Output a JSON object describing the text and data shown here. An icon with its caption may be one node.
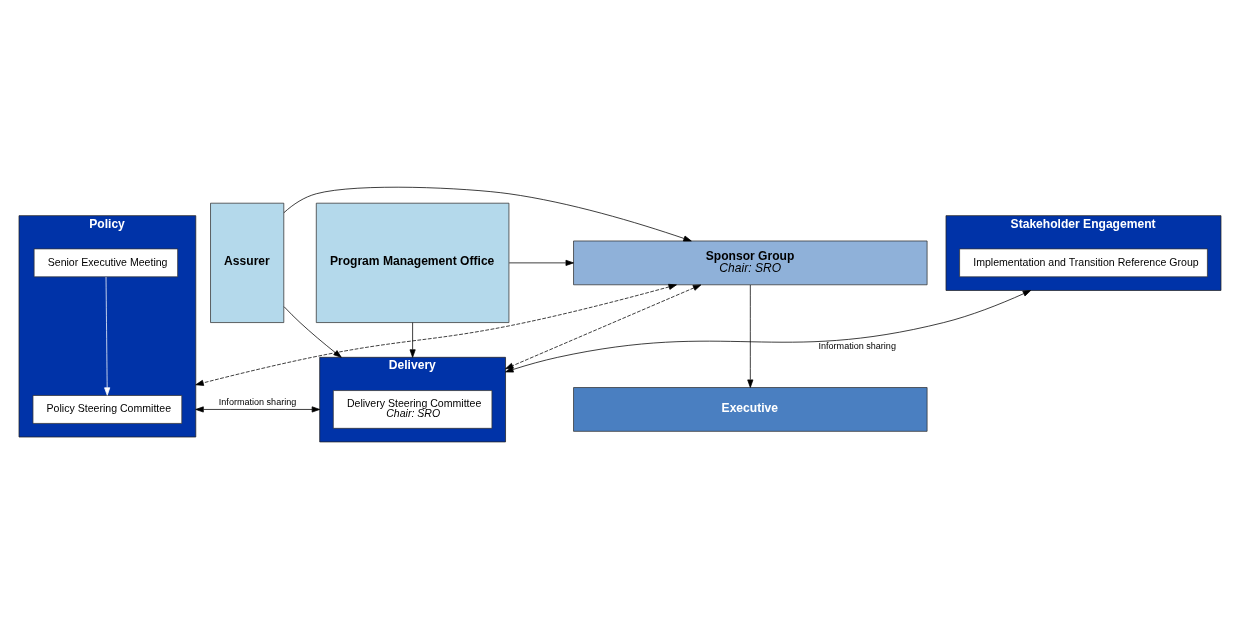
{
  "diagram": {
    "nodes": [
      {
        "text": [
          "Executive"
        ]
      },
      {
        "text": [
          "Program Management Office"
        ]
      },
      {
        "text": [
          "Sponsor Group",
          "Chair: SRO"
        ]
      },
      {
        "text": [
          "Assurer"
        ]
      },
      {
        "text": [
          "Policy"
        ]
      },
      {
        "text": [
          "Policy Steering Committee"
        ],
        "in": 4
      },
      {
        "text": [
          "Senior Executive Meeting"
        ],
        "in": 4
      },
      {
        "text": [
          "Delivery"
        ]
      },
      {
        "text": [
          "Delivery Steering Committee",
          "Chair: SRO"
        ],
        "in": 7
      },
      {
        "text": [
          "Stakeholder Engagement"
        ]
      },
      {
        "text": [
          "Implementation and Transition Reference Group"
        ],
        "in": 9
      }
    ],
    "edges": [
      {
        "from": 2,
        "to": 0,
        "arrow": "to"
      },
      {
        "from": 1,
        "to": 2,
        "arrow": "to"
      },
      {
        "from": 3,
        "to": 2,
        "arrow": "to"
      },
      {
        "from": 2,
        "to": 4,
        "arrow": "both",
        "style": "dashed"
      },
      {
        "from": 2,
        "to": 7,
        "arrow": "both",
        "style": "dashed"
      },
      {
        "from": 3,
        "to": 7,
        "arrow": "to"
      },
      {
        "from": 6,
        "to": 5,
        "arrow": "to",
        "color": "#ffffff"
      },
      {
        "from": 4,
        "to": 7,
        "arrow": "both",
        "label": "Information sharing"
      },
      {
        "from": 7,
        "to": 9,
        "arrow": "both",
        "label": "Information sharing"
      },
      {
        "from": 1,
        "to": 7,
        "arrow": "to"
      }
    ]
  }
}
